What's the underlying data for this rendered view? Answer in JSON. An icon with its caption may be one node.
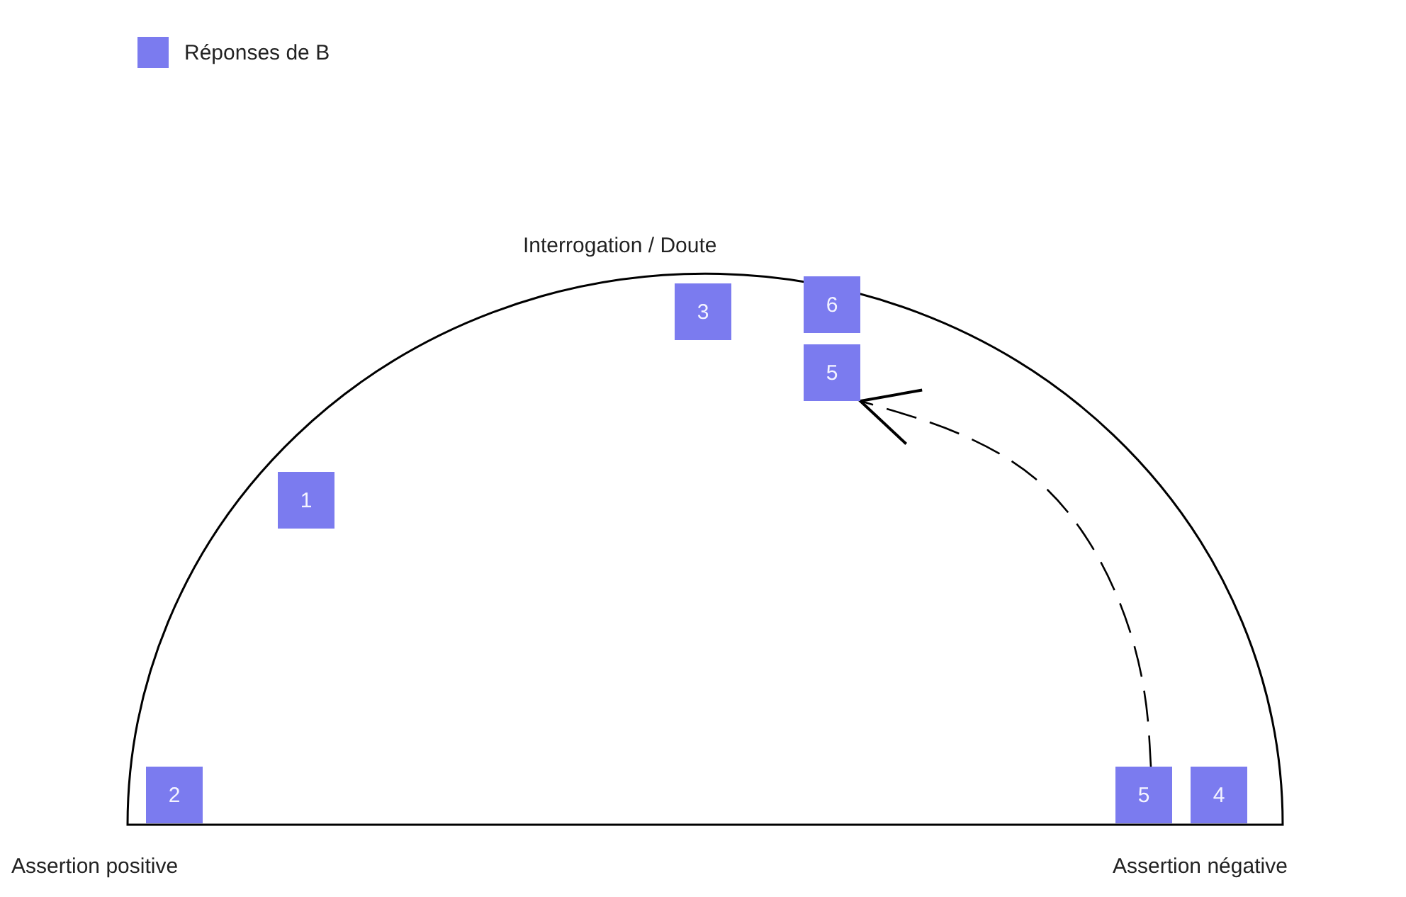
{
  "diagram": {
    "nodes": [
      {
        "text": [
          "3"
        ]
      },
      {
        "text": [
          "6"
        ]
      },
      {
        "text": [
          "5"
        ]
      },
      {
        "text": [
          "1"
        ]
      },
      {
        "text": [
          "2"
        ]
      },
      {
        "text": [
          "5"
        ]
      },
      {
        "text": [
          "4"
        ]
      }
    ],
    "edges": [
      {
        "from": 5,
        "to": 2,
        "arrow": "to",
        "style": "dashed"
      }
    ],
    "labels": [
      "Interrogation / Doute",
      "Assertion positive",
      "Assertion négative"
    ],
    "legend": [
      {
        "text": "Réponses de B",
        "color": "#7b7bef"
      }
    ]
  }
}
